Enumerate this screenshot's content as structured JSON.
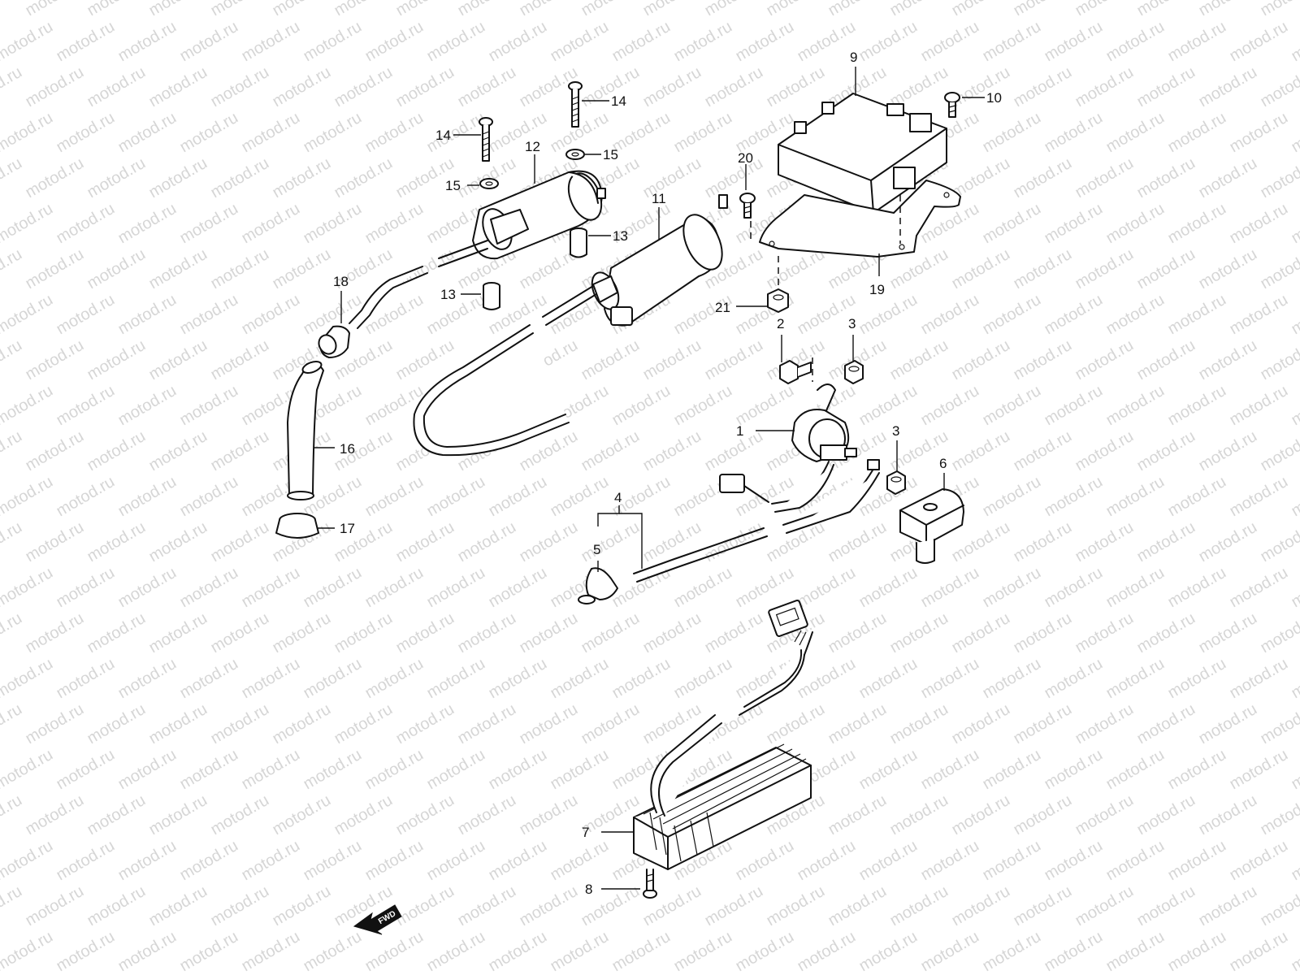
{
  "watermark": "motod.ru",
  "fwd_label": "FWD",
  "callouts": {
    "c1": "1",
    "c2": "2",
    "c3a": "3",
    "c3b": "3",
    "c4": "4",
    "c5": "5",
    "c6": "6",
    "c7": "7",
    "c8": "8",
    "c9": "9",
    "c10": "10",
    "c11": "11",
    "c12": "12",
    "c13a": "13",
    "c13b": "13",
    "c14a": "14",
    "c14b": "14",
    "c15a": "15",
    "c15b": "15",
    "c16": "16",
    "c17": "17",
    "c18": "18",
    "c19": "19",
    "c20": "20",
    "c21": "21"
  },
  "colors": {
    "line": "#111111",
    "watermark": "#d6d6d6",
    "background": "#ffffff"
  }
}
